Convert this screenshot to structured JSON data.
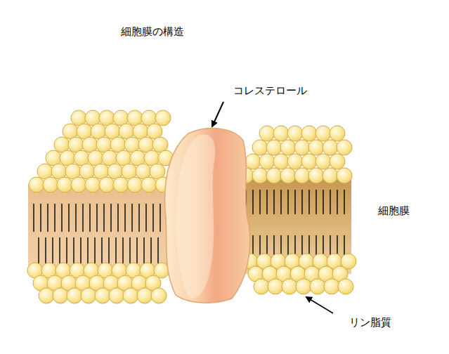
{
  "diagram": {
    "title": "細胞膜の構造",
    "labels": [
      "コレステロール",
      "細胞膜",
      "リン脂質"
    ]
  }
}
